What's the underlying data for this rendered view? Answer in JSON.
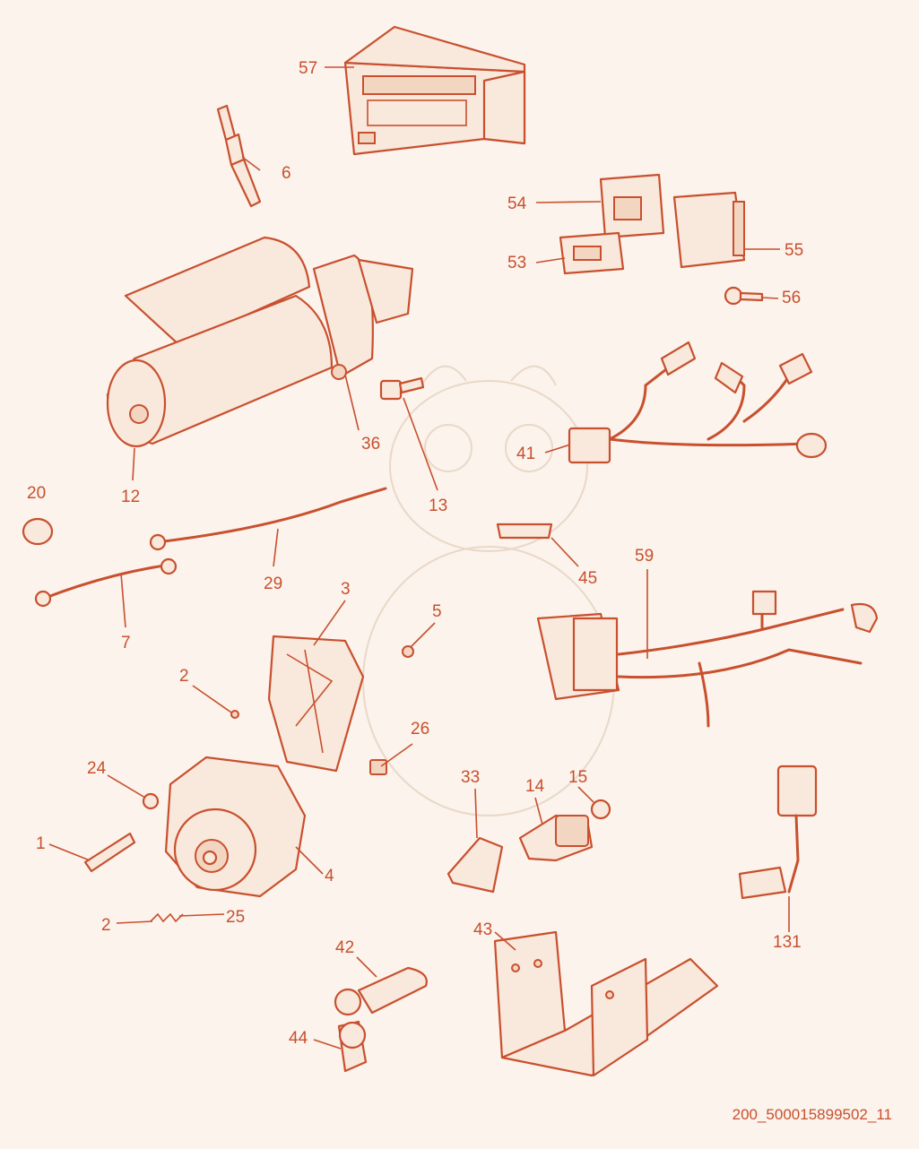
{
  "diagram": {
    "drawing_code": "200_500015899502_11",
    "accent_color": "#c8502e",
    "background_color": "#fbf3ec",
    "callouts": {
      "c57": "57",
      "c6": "6",
      "c54": "54",
      "c53": "53",
      "c55": "55",
      "c56": "56",
      "c36": "36",
      "c12": "12",
      "c13": "13",
      "c41": "41",
      "c20": "20",
      "c29": "29",
      "c45": "45",
      "c59": "59",
      "c7": "7",
      "c3": "3",
      "c5": "5",
      "c2a": "2",
      "c26": "26",
      "c24": "24",
      "c33": "33",
      "c14": "14",
      "c15": "15",
      "c1": "1",
      "c4": "4",
      "c25": "25",
      "c2b": "2",
      "c131": "131",
      "c42": "42",
      "c43": "43",
      "c44": "44"
    }
  }
}
